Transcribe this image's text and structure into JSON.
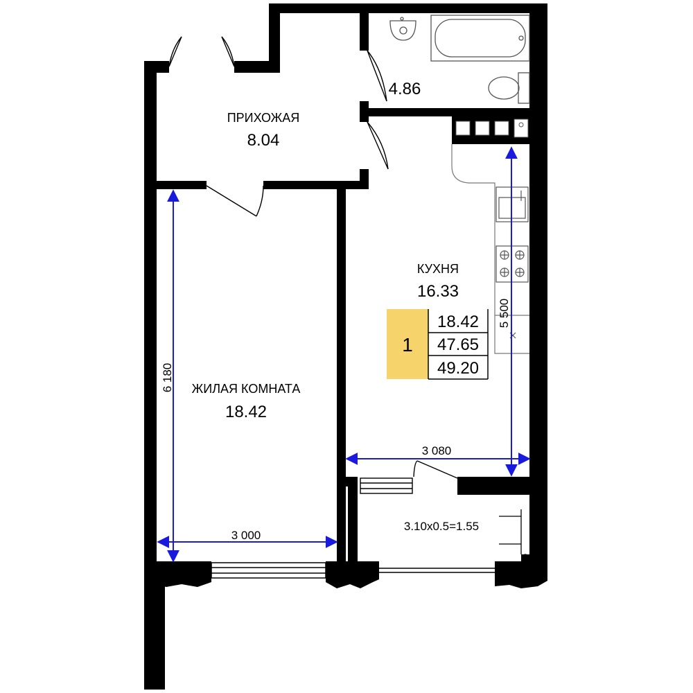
{
  "rooms": {
    "hallway": {
      "name": "ПРИХОЖАЯ",
      "area": "8.04"
    },
    "bathroom": {
      "area": "4.86"
    },
    "kitchen": {
      "name": "КУХНЯ",
      "area": "16.33"
    },
    "living": {
      "name": "ЖИЛАЯ КОМНАТА",
      "area": "18.42"
    }
  },
  "loggia": {
    "label": "3.10x0.5=1.55"
  },
  "dimensions": {
    "living_height": "6 180",
    "living_width": "3 000",
    "kitchen_width": "3 080",
    "kitchen_height": "5 500"
  },
  "summary": {
    "rooms_count": "1",
    "living_area": "18.42",
    "total_area": "47.65",
    "total_with_loggia": "49.20"
  },
  "colors": {
    "wall": "#000000",
    "dimension": "#1a1adf",
    "badge": "#f7d46b",
    "fixture": "#555555"
  },
  "icons": [
    "sink-icon",
    "bathtub-icon",
    "toilet-icon",
    "stove-icon",
    "kitchen-sink-icon"
  ]
}
